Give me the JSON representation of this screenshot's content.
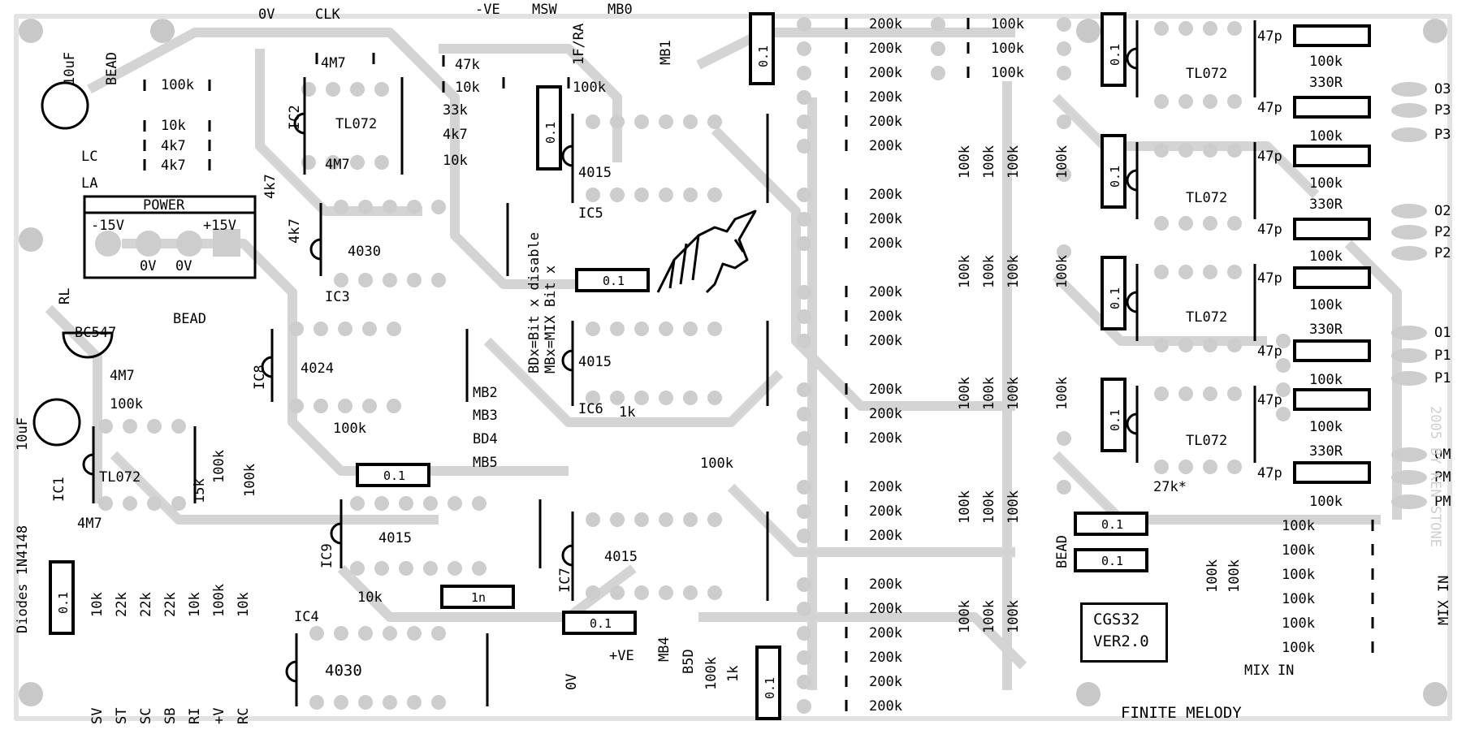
{
  "board": {
    "name": "CGS32",
    "version": "VER2.0",
    "brand": "FINITE MELODY",
    "mirror_text": "2005 BY KEN STONE"
  },
  "pads_top": [
    "0V",
    "CLK",
    "-VE",
    "MSW",
    "MB0",
    "1F/RA",
    "MB1"
  ],
  "power": {
    "title": "POWER",
    "neg": "-15V",
    "pos": "+15V",
    "gnd1": "0V",
    "gnd2": "0V",
    "rl": "RL",
    "lc": "LC",
    "la": "LA"
  },
  "ics": {
    "ic1": "IC1",
    "ic2": "IC2",
    "ic3": "IC3",
    "ic4": "IC4",
    "ic5": "IC5",
    "ic6": "IC6",
    "ic7": "IC7",
    "ic8": "IC8",
    "ic9": "IC9",
    "tl072": "TL072",
    "c4030": "4030",
    "c4024": "4024",
    "c4015": "4015"
  },
  "parts": {
    "bead": "BEAD",
    "bc547": "BC547",
    "cap10u": "10uF",
    "cap01": "0.1",
    "cap1n": "1n",
    "p47": "47p",
    "r100k": "100k",
    "r200k": "200k",
    "r10k": "10k",
    "r4k7": "4k7",
    "r4m7": "4M7",
    "r47k": "47k",
    "r33k": "33k",
    "r22k": "22k",
    "r15k": "15k",
    "r1k": "1k",
    "r27k": "27k*",
    "r330": "330R",
    "diodes": "Diodes  1N4148"
  },
  "bottom_pins": [
    "SV",
    "ST",
    "SC",
    "SB",
    "RI",
    "+V",
    "RC"
  ],
  "bottom_mid": [
    "0V",
    "+VE",
    "MB4",
    "B5D"
  ],
  "side_pins": [
    "MB2",
    "MB3",
    "BD4",
    "MB5"
  ],
  "mode_note": [
    "BDx=Bit x disable",
    "MBx=MIX Bit x"
  ],
  "outputs": [
    "O3",
    "P3",
    "P3",
    "O2",
    "P2",
    "P2",
    "O1",
    "P1",
    "P1",
    "OM",
    "PM",
    "PM"
  ],
  "mix_in": "MIX IN",
  "mix_in_side": "MIX IN"
}
